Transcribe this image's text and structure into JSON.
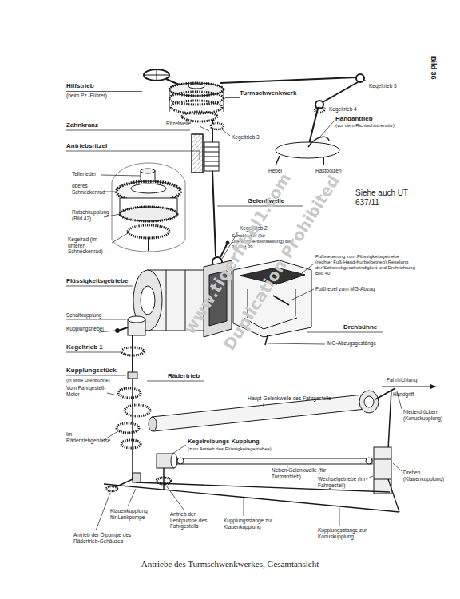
{
  "diagram": {
    "caption": "Antriebe des Turmschwenkwerkes, Gesamtansicht",
    "labels": [
      "Bild 36",
      "Hilfstrieb",
      "(beim Pz.-Führer)",
      "Turmschwenkwerk",
      "Kegeltrieb 5",
      "Kegeltrieb 4",
      "Handantrieb",
      "(vor dem Richtschützensitz)",
      "Zahnkranz",
      "Ritzelwelle",
      "Kegeltrieb 3",
      "Antriebsritzel",
      "Tellerfeder",
      "oberes Schneckenrad",
      "Rutschkupplung (Bild 42)",
      "Kegelrad (im unteren Schneckenrad)",
      "Hebel",
      "Rastbolzen",
      "Siehe auch UT 637/11",
      "Gelenkwelle",
      "Kegeltrieb 2",
      "Schalthebel (für Drehmomenteinstellung) Bild 38 und 39",
      "Flüssigkeitsgetriebe",
      "Fußsteuerung zum Flüssigkeitsgetriebe (rechter Fuß-Hand-Kurbelbetrieb) Regelung der Schwenkgeschwindigkeit und Drehrichtung Bild 40",
      "Fußhebel zum MG-Abzug",
      "Schaltkupplung",
      "Kupplungshebel",
      "Kegeltrieb 1",
      "Drehbühne",
      "MG-Abzugsgestänge",
      "Fahrtrichtung",
      "Handgriff",
      "Kupplungsstück",
      "(in Mitte Drehbühne)",
      "Rädertrieb",
      "Vom Fahrgestell-Motor",
      "Im Rädertriebgehäuse",
      "Haupt-Gelenkwelle des Fahrgestells",
      "Niederdrücken (Konuskupplung)",
      "Kegelreibungs-Kupplung",
      "(zum Antrieb des Flüssigkeitsgetriebes)",
      "Neben-Gelenkwelle (für Turmantrieb)",
      "Wechselgetriebe (im Fahrgestell)",
      "Drehen (Klauenkupplung)",
      "Klauenkupplung für Lenkpumpe",
      "Antrieb der Lenkpumpe des Fahrgestells",
      "Kupplungsstange zur Klauenkupplung",
      "Kupplungsstange zur Konuskupplung",
      "Antrieb der Ölpumpe des Rädertrieb-Gehäuses",
      "www.tigerfibel1.com",
      "Duplication Prohibited"
    ]
  }
}
